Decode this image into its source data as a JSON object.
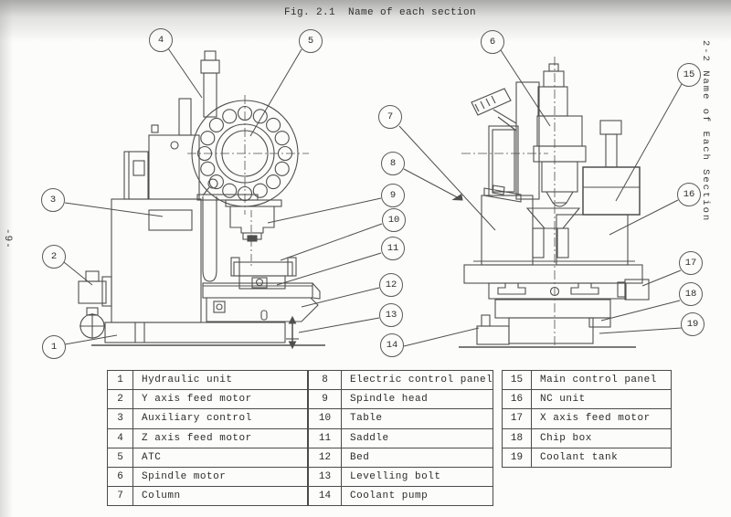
{
  "page": {
    "figure_title": "Fig. 2.1  Name of each section",
    "side_label": "2-2  Name of Each Section",
    "page_number": "-9-"
  },
  "colors": {
    "paper": "#fcfcfa",
    "ink": "#2e2e2e",
    "line": "#4f4f4f"
  },
  "callouts": [
    {
      "n": "1"
    },
    {
      "n": "2"
    },
    {
      "n": "3"
    },
    {
      "n": "4"
    },
    {
      "n": "5"
    },
    {
      "n": "6"
    },
    {
      "n": "7"
    },
    {
      "n": "8"
    },
    {
      "n": "9"
    },
    {
      "n": "10"
    },
    {
      "n": "11"
    },
    {
      "n": "12"
    },
    {
      "n": "13"
    },
    {
      "n": "14"
    },
    {
      "n": "15"
    },
    {
      "n": "16"
    },
    {
      "n": "17"
    },
    {
      "n": "18"
    },
    {
      "n": "19"
    }
  ],
  "legend": {
    "groups": [
      {
        "rows": [
          {
            "no": "1",
            "name": "Hydraulic unit"
          },
          {
            "no": "2",
            "name": "Y axis feed motor"
          },
          {
            "no": "3",
            "name": "Auxiliary control"
          },
          {
            "no": "4",
            "name": "Z axis feed motor"
          },
          {
            "no": "5",
            "name": "ATC"
          },
          {
            "no": "6",
            "name": "Spindle motor"
          },
          {
            "no": "7",
            "name": "Column"
          }
        ]
      },
      {
        "rows": [
          {
            "no": "8",
            "name": "Electric control panel"
          },
          {
            "no": "9",
            "name": "Spindle head"
          },
          {
            "no": "10",
            "name": "Table"
          },
          {
            "no": "11",
            "name": "Saddle"
          },
          {
            "no": "12",
            "name": "Bed"
          },
          {
            "no": "13",
            "name": "Levelling bolt"
          },
          {
            "no": "14",
            "name": "Coolant pump"
          }
        ]
      },
      {
        "rows": [
          {
            "no": "15",
            "name": "Main control panel"
          },
          {
            "no": "16",
            "name": "NC unit"
          },
          {
            "no": "17",
            "name": "X axis feed motor"
          },
          {
            "no": "18",
            "name": "Chip box"
          },
          {
            "no": "19",
            "name": "Coolant tank"
          }
        ]
      }
    ]
  }
}
